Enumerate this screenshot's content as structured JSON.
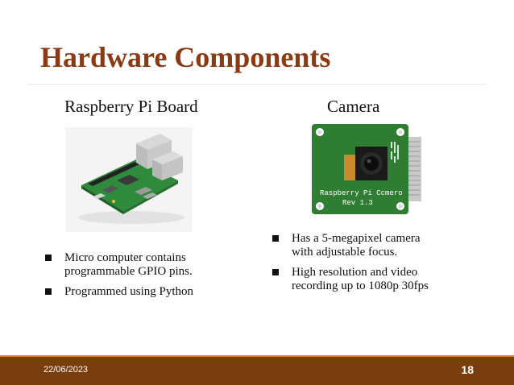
{
  "slide": {
    "title": "Hardware Components",
    "left": {
      "heading": "Raspberry Pi Board",
      "image_icon": "raspberry-pi-board-photo",
      "bullets": [
        "Micro computer contains programmable GPIO pins.",
        "Programmed using Python"
      ]
    },
    "right": {
      "heading": "Camera",
      "image_icon": "camera-module-photo",
      "board_label": "Raspberry Pi Ccmero",
      "board_rev": "Rev 1.3",
      "bullets": [
        "Has a 5-megapixel camera  with adjustable focus.",
        "High resolution and video recording up to 1080p 30fps"
      ]
    },
    "footer": {
      "date": "22/06/2023",
      "page_number": "18"
    }
  },
  "colors": {
    "title": "#8b3a14",
    "footer_bg": "#7a3d0d",
    "board_green": "#2f8a3b",
    "camera_board_green": "#2e7d32"
  }
}
